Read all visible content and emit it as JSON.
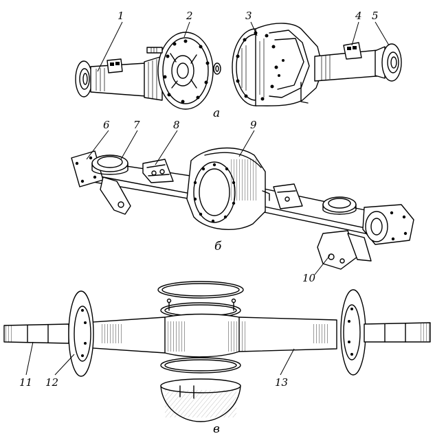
{
  "figure": {
    "part_a": {
      "caption": "а",
      "callouts": [
        "1",
        "2",
        "3",
        "4",
        "5"
      ]
    },
    "part_b": {
      "caption": "б",
      "callouts": [
        "6",
        "7",
        "8",
        "9",
        "10"
      ]
    },
    "part_c": {
      "caption": "в",
      "callouts": [
        "11",
        "12",
        "13"
      ]
    }
  }
}
